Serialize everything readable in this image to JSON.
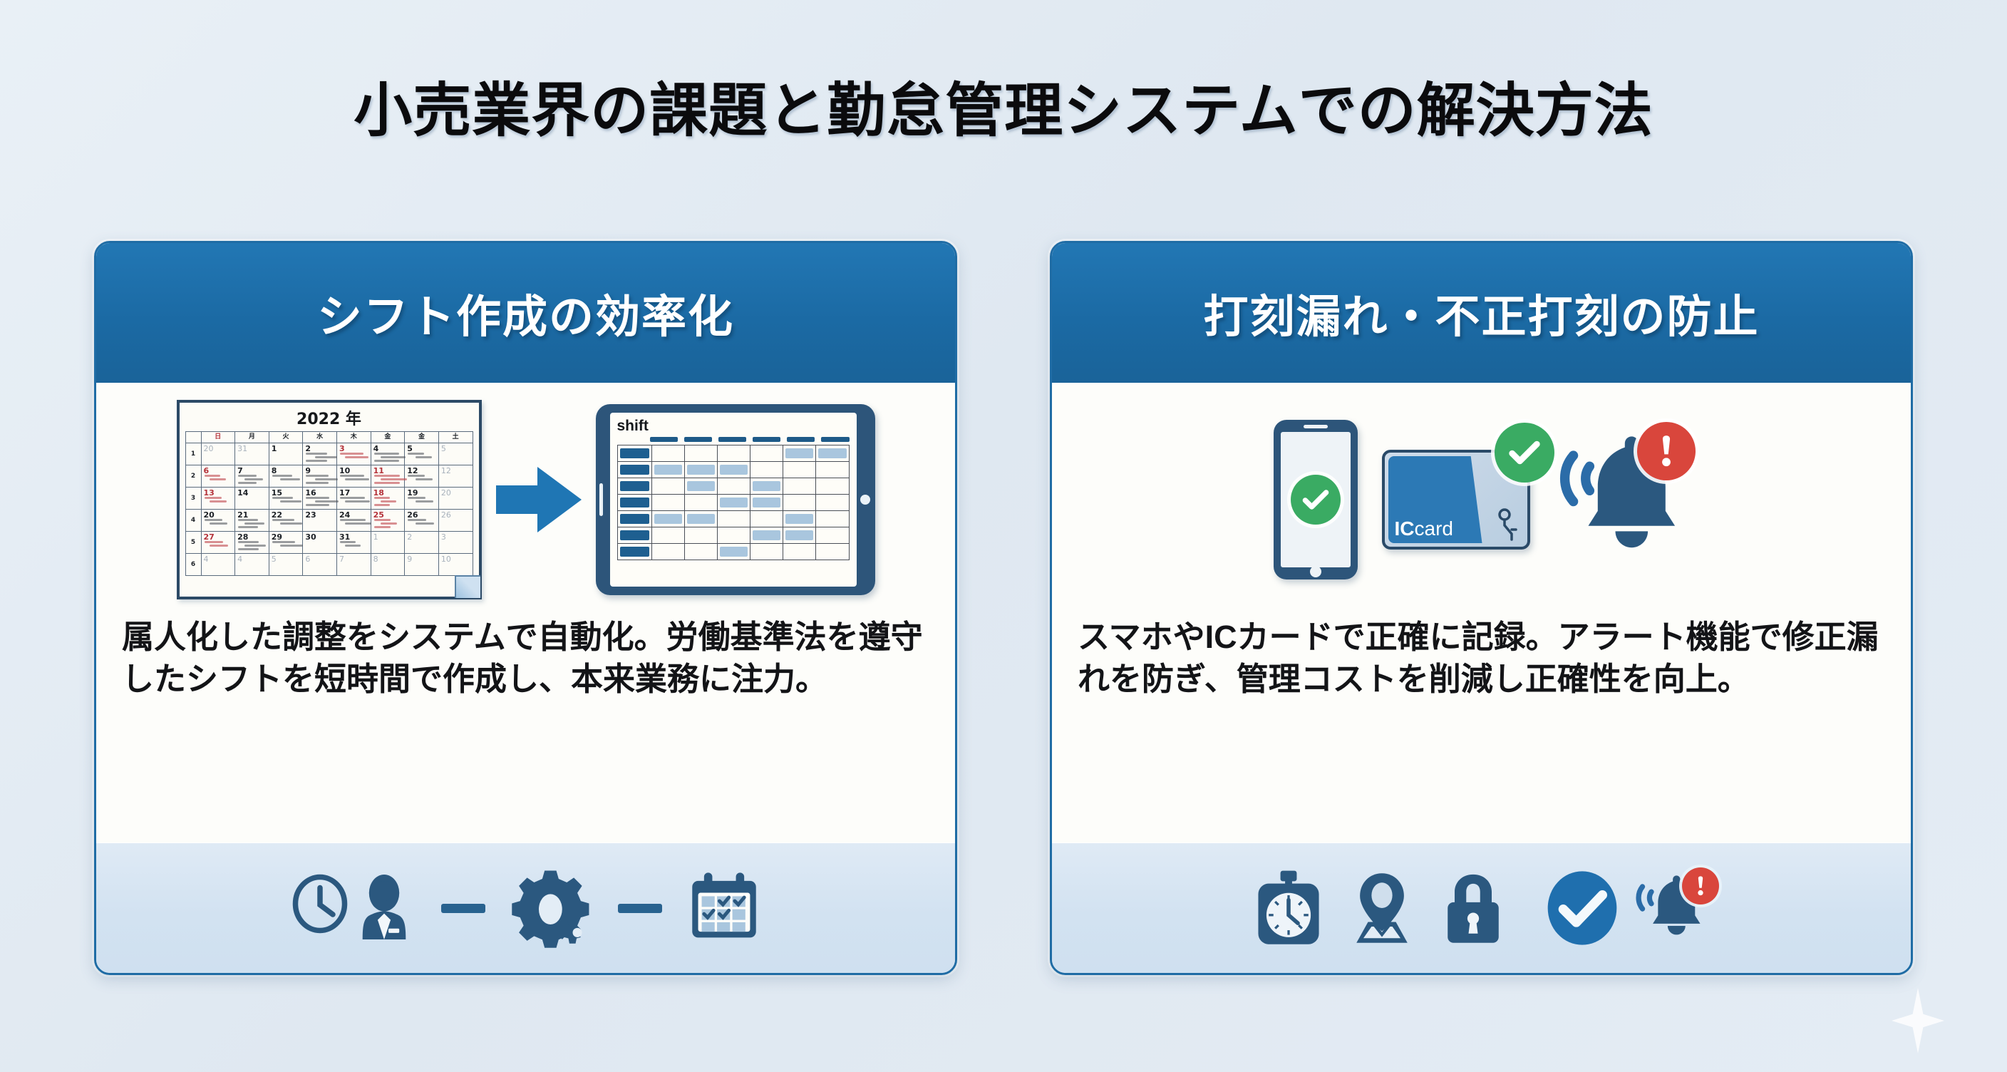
{
  "slide": {
    "title": "小売業界の課題と勤怠管理システムでの解決方法",
    "background_color": "#e2eaf2",
    "accent_color": "#1b6aa4",
    "alert_color": "#d9463c",
    "success_color": "#3aab63"
  },
  "cards": [
    {
      "header": "シフト作成の効率化",
      "description": "属人化した調整をシステムで自動化。労働基準法を遵守したシフトを短時間で作成し、本来業務に注力。",
      "illustration": {
        "calendar": {
          "year_label": "2022 年",
          "weekday_headers": [
            "日",
            "月",
            "火",
            "水",
            "木",
            "金",
            "金",
            "土"
          ],
          "row_numbers": [
            "1",
            "2",
            "3",
            "4",
            "5",
            "6"
          ],
          "weeks": [
            [
              "20",
              "31",
              "1",
              "2",
              "3",
              "4",
              "5",
              "5"
            ],
            [
              "6",
              "7",
              "8",
              "9",
              "10",
              "11",
              "12",
              "12"
            ],
            [
              "13",
              "14",
              "15",
              "16",
              "17",
              "18",
              "19",
              "20"
            ],
            [
              "20",
              "21",
              "22",
              "23",
              "24",
              "25",
              "26",
              "26"
            ],
            [
              "27",
              "28",
              "29",
              "30",
              "31",
              "1",
              "2",
              "3"
            ],
            [
              "4",
              "4",
              "5",
              "6",
              "7",
              "8",
              "9",
              "10"
            ]
          ]
        },
        "arrow": "right-arrow",
        "tablet": {
          "screen_label": "shift",
          "table_rows": 7,
          "table_cols": 6
        }
      },
      "footer_icons": [
        "clock-icon",
        "person-icon",
        "dash-separator",
        "gear-icon",
        "dash-separator",
        "calendar-check-icon"
      ]
    },
    {
      "header": "打刻漏れ・不正打刻の防止",
      "description": "スマホやICカードで正確に記録。アラート機能で修正漏れを防ぎ、管理コストを削減し正確性を向上。",
      "illustration": {
        "smartphone": {
          "status_icon": "check-circle-icon"
        },
        "ic_card": {
          "label_bold": "IC",
          "label_light": "card",
          "status_icon": "check-circle-icon"
        },
        "bell": {
          "icon": "bell-icon",
          "badge_icon": "alert-exclamation-icon"
        }
      },
      "footer_icons": [
        "stopwatch-icon",
        "location-pin-icon",
        "lock-icon",
        "check-circle-icon",
        "bell-alert-icon"
      ]
    }
  ],
  "decoration": {
    "sparkle": "sparkle-icon"
  }
}
